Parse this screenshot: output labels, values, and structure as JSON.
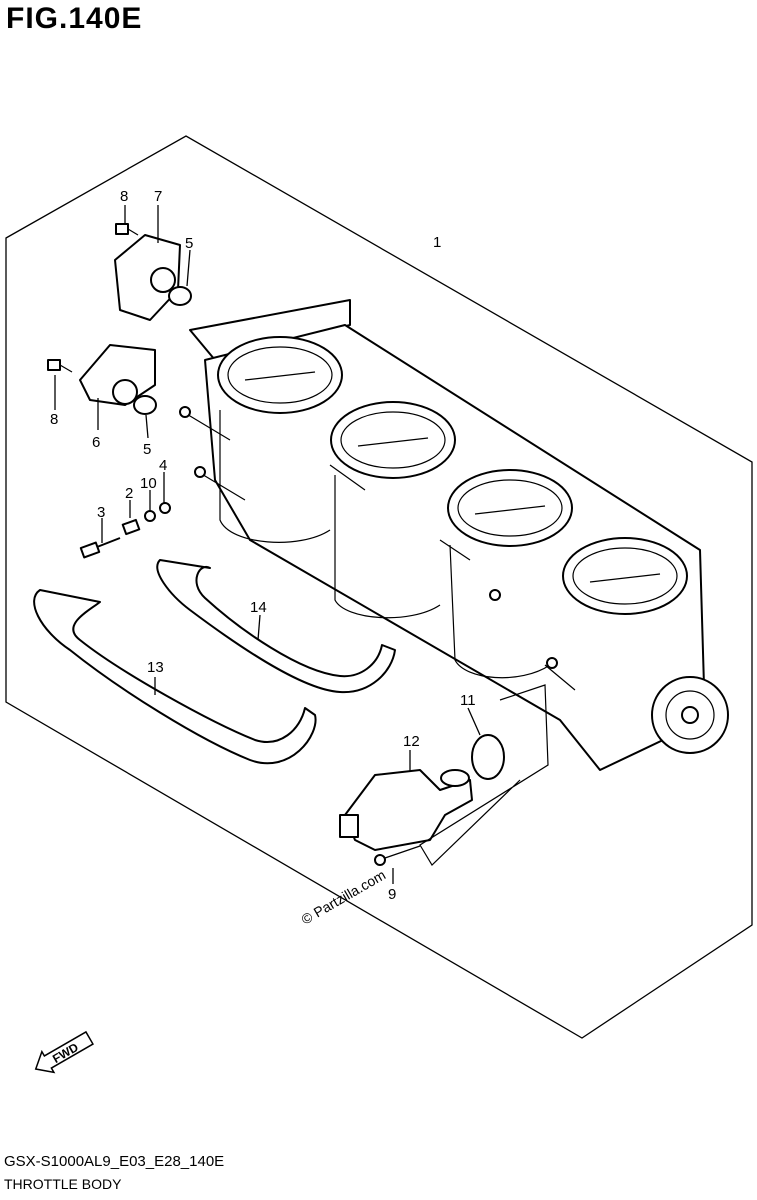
{
  "header": {
    "figure_title": "FIG.140E"
  },
  "footer": {
    "model_code": "GSX-S1000AL9_E03_E28_140E",
    "section_name": "THROTTLE BODY"
  },
  "watermark": "© Partzilla.com",
  "fwd_label": "FWD",
  "callouts": [
    {
      "id": "c1",
      "label": "1"
    },
    {
      "id": "c2",
      "label": "2"
    },
    {
      "id": "c3",
      "label": "3"
    },
    {
      "id": "c4",
      "label": "4"
    },
    {
      "id": "c5a",
      "label": "5"
    },
    {
      "id": "c5b",
      "label": "5"
    },
    {
      "id": "c6",
      "label": "6"
    },
    {
      "id": "c7",
      "label": "7"
    },
    {
      "id": "c8a",
      "label": "8"
    },
    {
      "id": "c8b",
      "label": "8"
    },
    {
      "id": "c9",
      "label": "9"
    },
    {
      "id": "c10",
      "label": "10"
    },
    {
      "id": "c11",
      "label": "11"
    },
    {
      "id": "c12",
      "label": "12"
    },
    {
      "id": "c13",
      "label": "13"
    },
    {
      "id": "c14",
      "label": "14"
    }
  ]
}
